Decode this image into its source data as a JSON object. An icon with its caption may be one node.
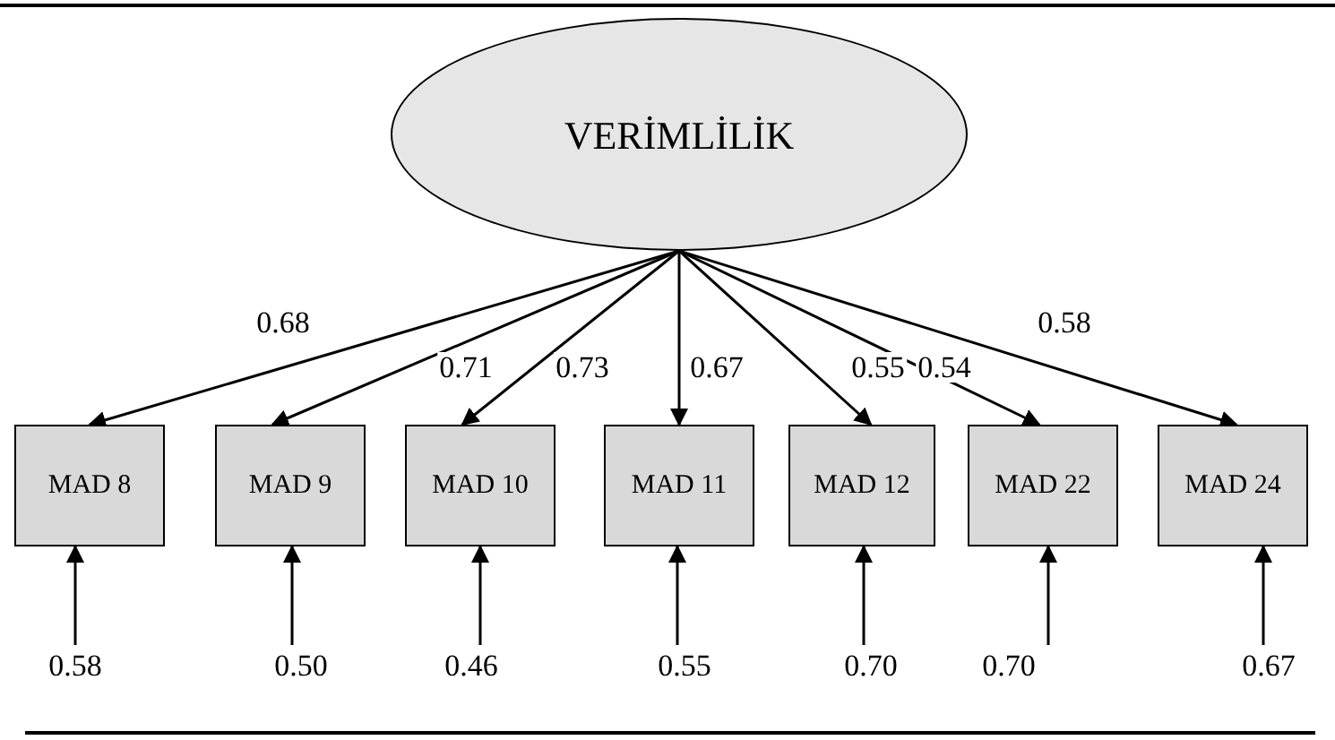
{
  "diagram": {
    "nodes": [
      {
        "text": [
          "VERİMLİLİK"
        ]
      },
      {
        "text": [
          "MAD 8"
        ]
      },
      {
        "text": [
          "MAD 9"
        ]
      },
      {
        "text": [
          "MAD 10"
        ]
      },
      {
        "text": [
          "MAD 11"
        ]
      },
      {
        "text": [
          "MAD 12"
        ]
      },
      {
        "text": [
          "MAD 22"
        ]
      },
      {
        "text": [
          "MAD 24"
        ]
      },
      {
        "text": [
          "0.58"
        ]
      },
      {
        "text": [
          "0.50"
        ]
      },
      {
        "text": [
          "0.46"
        ]
      },
      {
        "text": [
          "0.55"
        ]
      },
      {
        "text": [
          "0.70"
        ]
      },
      {
        "text": [
          "0.70"
        ]
      },
      {
        "text": [
          "0.67"
        ]
      }
    ],
    "edges": [
      {
        "from": 0,
        "to": 1,
        "arrow": "to",
        "label": "0.68"
      },
      {
        "from": 0,
        "to": 2,
        "arrow": "to",
        "label": "0.71"
      },
      {
        "from": 0,
        "to": 3,
        "arrow": "to",
        "label": "0.73"
      },
      {
        "from": 0,
        "to": 4,
        "arrow": "to",
        "label": "0.67"
      },
      {
        "from": 0,
        "to": 5,
        "arrow": "to",
        "label": "0.55"
      },
      {
        "from": 0,
        "to": 6,
        "arrow": "to",
        "label": "0.54"
      },
      {
        "from": 0,
        "to": 7,
        "arrow": "to",
        "label": "0.58"
      },
      {
        "from": 8,
        "to": 1,
        "arrow": "to"
      },
      {
        "from": 9,
        "to": 2,
        "arrow": "to"
      },
      {
        "from": 10,
        "to": 3,
        "arrow": "to"
      },
      {
        "from": 11,
        "to": 4,
        "arrow": "to"
      },
      {
        "from": 12,
        "to": 5,
        "arrow": "to"
      },
      {
        "from": 13,
        "to": 6,
        "arrow": "to"
      },
      {
        "from": 14,
        "to": 7,
        "arrow": "to"
      }
    ]
  }
}
